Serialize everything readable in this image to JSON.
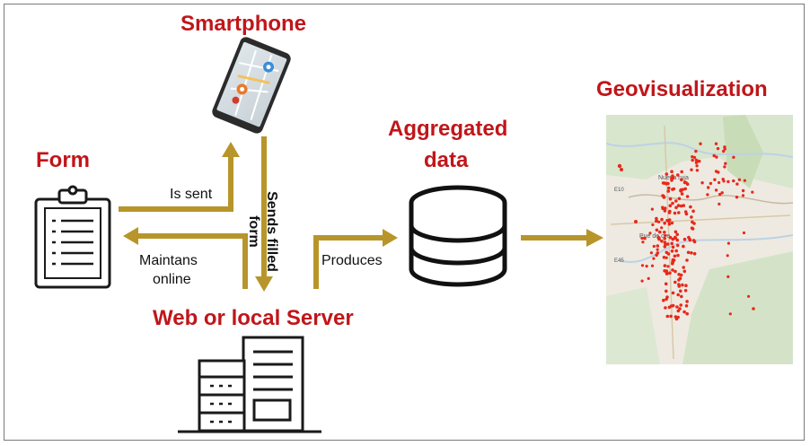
{
  "titles": {
    "smartphone": "Smartphone",
    "form": "Form",
    "aggregated_line1": "Aggregated",
    "aggregated_line2": "data",
    "geovisualization": "Geovisualization",
    "server": "Web or local Server"
  },
  "labels": {
    "is_sent": "Is sent",
    "maintans_line1": "Maintans",
    "maintans_line2": "online",
    "sends_filled_line1": "Sends filled",
    "sends_filled_line2": "form",
    "produces": "Produces"
  },
  "map_text": {
    "town_north": "Nueva ruja",
    "route_a": "E10",
    "route_b": "E45",
    "town_center": "Pue de ore"
  },
  "colors": {
    "title_red": "#c0161a",
    "arrow_gold": "#b8952a",
    "map_point_red": "#e8281c"
  },
  "icons": [
    "smartphone-icon",
    "clipboard-form-icon",
    "database-icon",
    "server-building-icon",
    "map-icon"
  ]
}
